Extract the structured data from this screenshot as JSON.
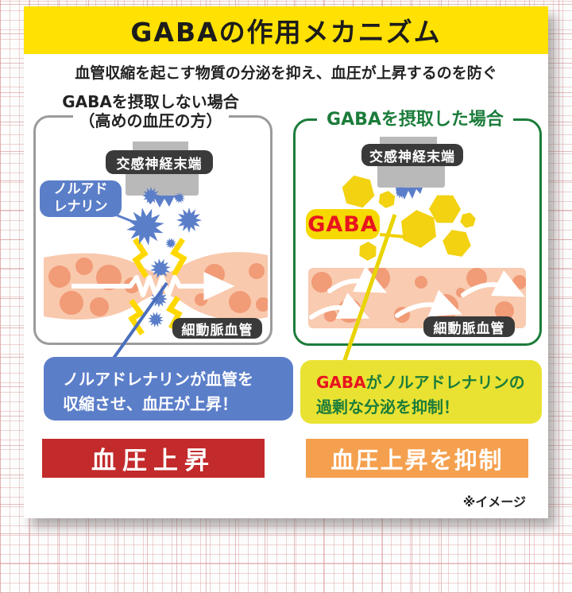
{
  "header": {
    "title": "GABAの作用メカニズム",
    "bg_color": "#ffe103"
  },
  "subtitle": "血管収縮を起こす物質の分泌を抑え、血圧が上昇するのを防ぐ",
  "left_panel": {
    "title_line1": "GABAを摂取しない場合",
    "title_line2": "（高めの血圧の方）",
    "nerve_label": "交感神経末端",
    "substance_label_line1": "ノルアド",
    "substance_label_line2": "レナリン",
    "vessel_label": "細動脈血管",
    "explanation_line1": "ノルアドレナリンが血管を",
    "explanation_line2": "収縮させ、血圧が上昇！",
    "result": "血圧上昇",
    "accent_color": "#5b7ec9",
    "result_color": "#c32a2b"
  },
  "right_panel": {
    "title": "GABAを摂取した場合",
    "nerve_label": "交感神経末端",
    "substance_label": "GABA",
    "vessel_label": "細動脈血管",
    "explanation_gaba": "GABA",
    "explanation_line1_rest": "がノルアドレナリンの",
    "explanation_line2": "過剰な分泌を抑制！",
    "result": "血圧上昇を抑制",
    "accent_color": "#1c7c3b",
    "hexagon_color": "#f2d211",
    "result_color": "#f5a04e"
  },
  "note": "※イメージ"
}
